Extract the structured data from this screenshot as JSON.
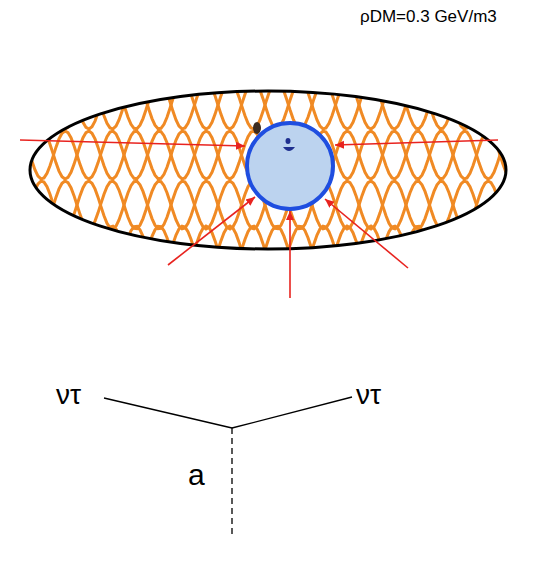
{
  "diagram": {
    "labels": [
      "ρDM=0.3 GeV/m3",
      "ντ",
      "ντ",
      "a"
    ]
  }
}
